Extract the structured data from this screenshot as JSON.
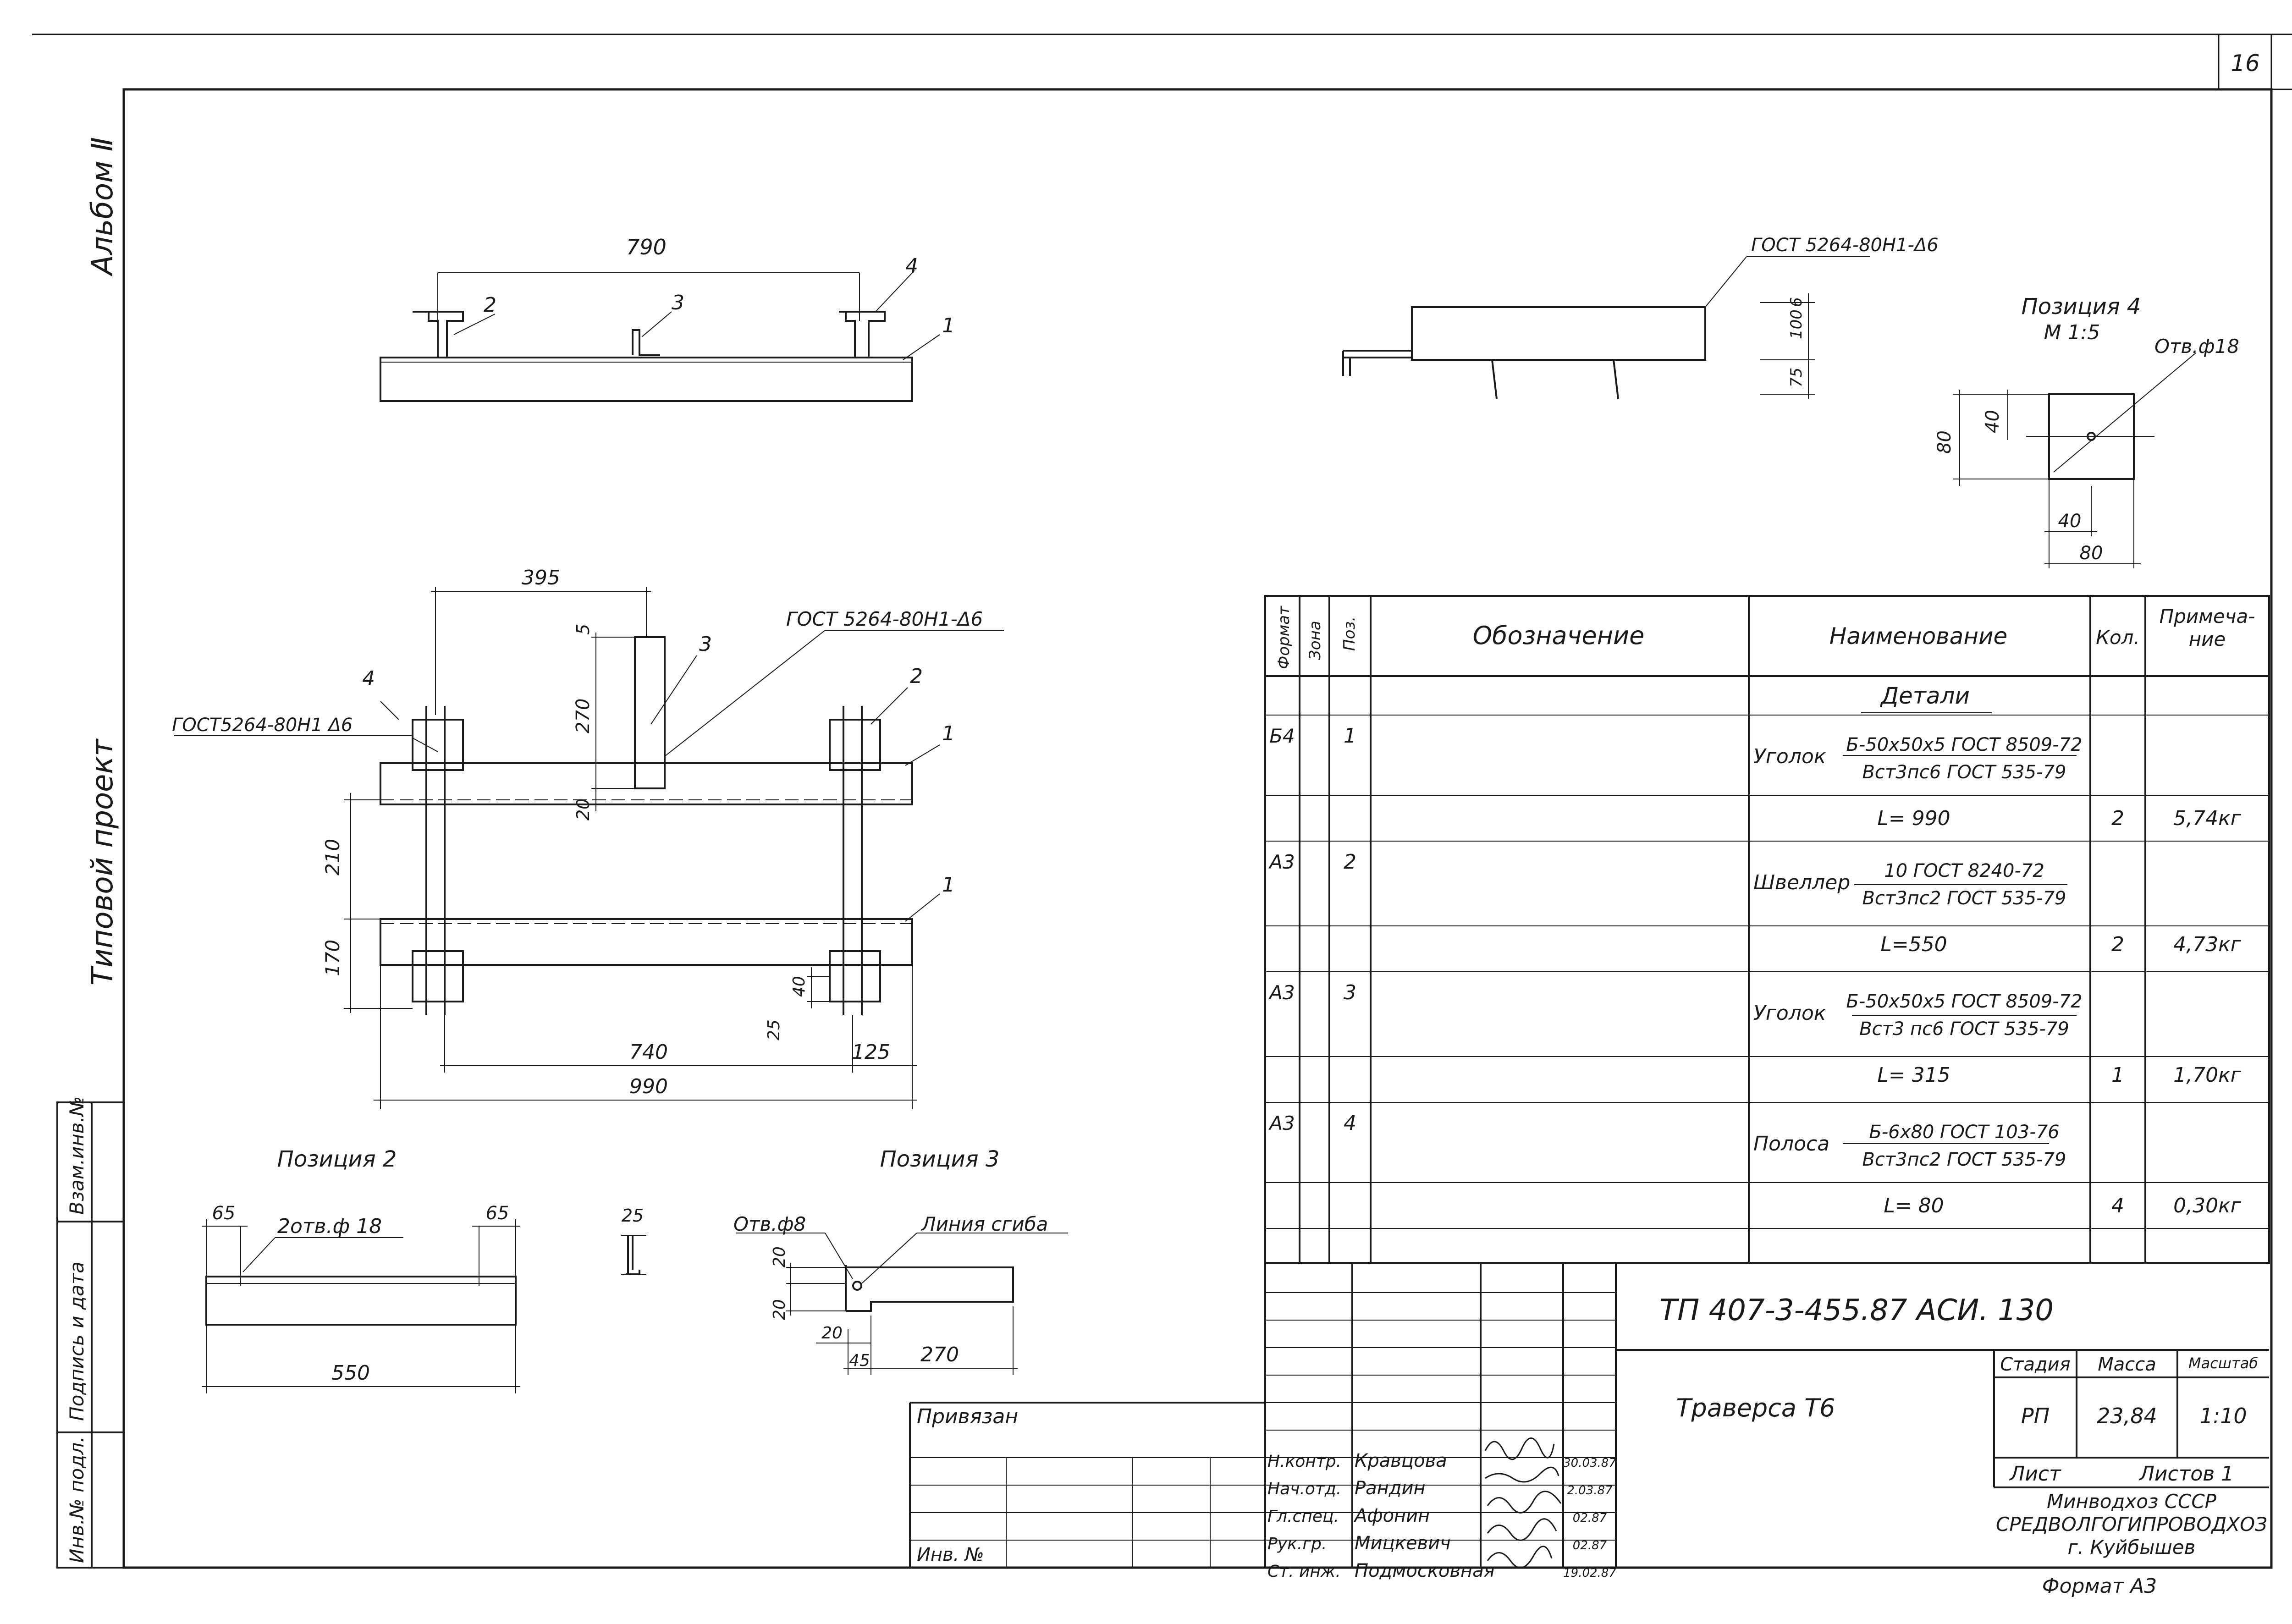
{
  "sheet_number": "16",
  "side": {
    "album": "Альбом Ⅱ",
    "project": "Типовой проект",
    "stamp_labels": [
      "Взам.инв.№",
      "Подпись и дата",
      "Инв.№ подл."
    ]
  },
  "top_view": {
    "dim_overall": "790",
    "callouts": [
      "1",
      "2",
      "3",
      "4"
    ]
  },
  "side_view": {
    "weld_note": "ГОСТ 5264-80Н1-Δ6",
    "dims": [
      "6",
      "100",
      "75"
    ]
  },
  "plan_view": {
    "dims": [
      "395",
      "5",
      "270",
      "20",
      "210",
      "170",
      "740",
      "125",
      "990",
      "25",
      "40"
    ],
    "weld_left": "ГОСТ5264-80Н1 Δ6",
    "weld_right": "ГОСТ 5264-80Н1-Δ6",
    "callouts": [
      "4",
      "3",
      "2",
      "1",
      "1"
    ]
  },
  "pos2": {
    "title": "Позиция 2",
    "holes": "2отв.ф 18",
    "dims": [
      "65",
      "65",
      "550"
    ]
  },
  "pos3": {
    "title": "Позиция 3",
    "hole": "Отв.ф8",
    "bend": "Линия сгиба",
    "dims": [
      "25",
      "20",
      "20",
      "20",
      "45",
      "270"
    ]
  },
  "pos4": {
    "title": "Позиция 4",
    "scale": "М 1:5",
    "hole": "Отв.ф18",
    "dims": [
      "80",
      "40",
      "40",
      "80"
    ]
  },
  "spec": {
    "headers": [
      "Формат",
      "Зона",
      "Поз.",
      "Обозначение",
      "Наименование",
      "Кол.",
      "Примеча-ние"
    ],
    "section": "Детали",
    "rows": [
      {
        "fmt": "Б4",
        "pos": "1",
        "name": "Уголок",
        "top": "Б-50х50х5 ГОСТ 8509-72",
        "bottom": "Вст3пс6 ГОСТ 535-79",
        "len": "L= 990",
        "qty": "2",
        "note": "5,74кг"
      },
      {
        "fmt": "А3",
        "pos": "2",
        "name": "Швеллер",
        "top": "10 ГОСТ 8240-72",
        "bottom": "Вст3пс2 ГОСТ 535-79",
        "len": "L=550",
        "qty": "2",
        "note": "4,73кг"
      },
      {
        "fmt": "А3",
        "pos": "3",
        "name": "Уголок",
        "top": "Б-50х50х5 ГОСТ 8509-72",
        "bottom": "Вст3 пс6 ГОСТ 535-79",
        "len": "L= 315",
        "qty": "1",
        "note": "1,70кг"
      },
      {
        "fmt": "А3",
        "pos": "4",
        "name": "Полоса",
        "top": "Б-6х80 ГОСТ 103-76",
        "bottom": "Вст3пс2 ГОСТ 535-79",
        "len": "L= 80",
        "qty": "4",
        "note": "0,30кг"
      }
    ]
  },
  "title_block": {
    "code": "ТП   407-3-455.87        АСИ. 130",
    "name": "Траверса Т6",
    "stage_h": "Стадия",
    "mass_h": "Масса",
    "scale_h": "Масштаб",
    "stage": "РП",
    "mass": "23,84",
    "scale": "1:10",
    "sheet_h": "Лист",
    "sheets_h": "Листов 1",
    "org1": "Минводхоз СССР",
    "org2": "СРЕДВОЛГОГИПРОВОДХОЗ",
    "org3": "г. Куйбышев",
    "format": "Формат А3",
    "bound": "Привязан",
    "inv": "Инв. №",
    "people": [
      {
        "role": "Н.контр.",
        "name": "Кравцова",
        "date": "30.03.87"
      },
      {
        "role": "Нач.отд.",
        "name": "Рандин",
        "date": "2.03.87"
      },
      {
        "role": "Гл.спец.",
        "name": "Афонин",
        "date": "02.87"
      },
      {
        "role": "Рук.гр.",
        "name": "Мицкевич",
        "date": "02.87"
      },
      {
        "role": "Ст. инж.",
        "name": "Подмосковная",
        "date": "19.02.87"
      }
    ]
  }
}
